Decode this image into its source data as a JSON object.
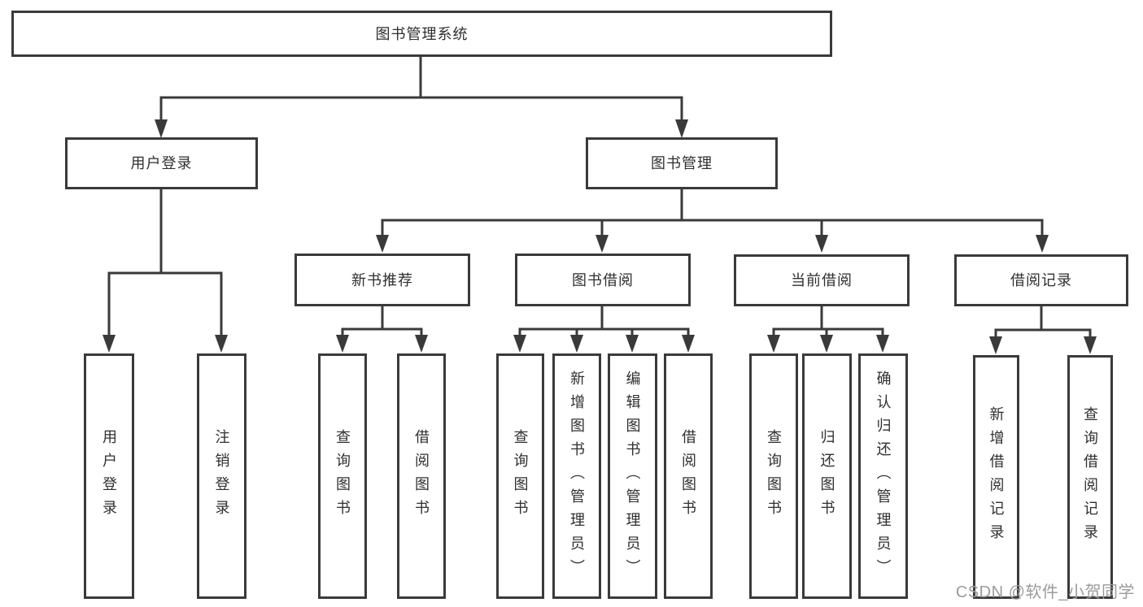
{
  "colors": {
    "line": "#3a3a3a",
    "box_border": "#3a3a3a",
    "box_fill": "#ffffff",
    "text": "#2f2f2f",
    "watermark": "#9b9b9b",
    "background": "#ffffff"
  },
  "watermark": {
    "text": "CSDN @软件_小贺同学"
  },
  "tree": {
    "root": {
      "label": "图书管理系统"
    },
    "children": [
      {
        "label": "用户登录",
        "children": [
          {
            "label": "用户登录"
          },
          {
            "label": "注销登录"
          }
        ]
      },
      {
        "label": "图书管理",
        "children": [
          {
            "label": "新书推荐",
            "children": [
              {
                "label": "查询图书"
              },
              {
                "label": "借阅图书"
              }
            ]
          },
          {
            "label": "图书借阅",
            "children": [
              {
                "label": "查询图书"
              },
              {
                "label": "新增图书（管理员）"
              },
              {
                "label": "编辑图书（管理员）"
              },
              {
                "label": "借阅图书"
              }
            ]
          },
          {
            "label": "当前借阅",
            "children": [
              {
                "label": "查询图书"
              },
              {
                "label": "归还图书"
              },
              {
                "label": "确认归还（管理员）"
              }
            ]
          },
          {
            "label": "借阅记录",
            "children": [
              {
                "label": "新增借阅记录"
              },
              {
                "label": "查询借阅记录"
              }
            ]
          }
        ]
      }
    ]
  }
}
